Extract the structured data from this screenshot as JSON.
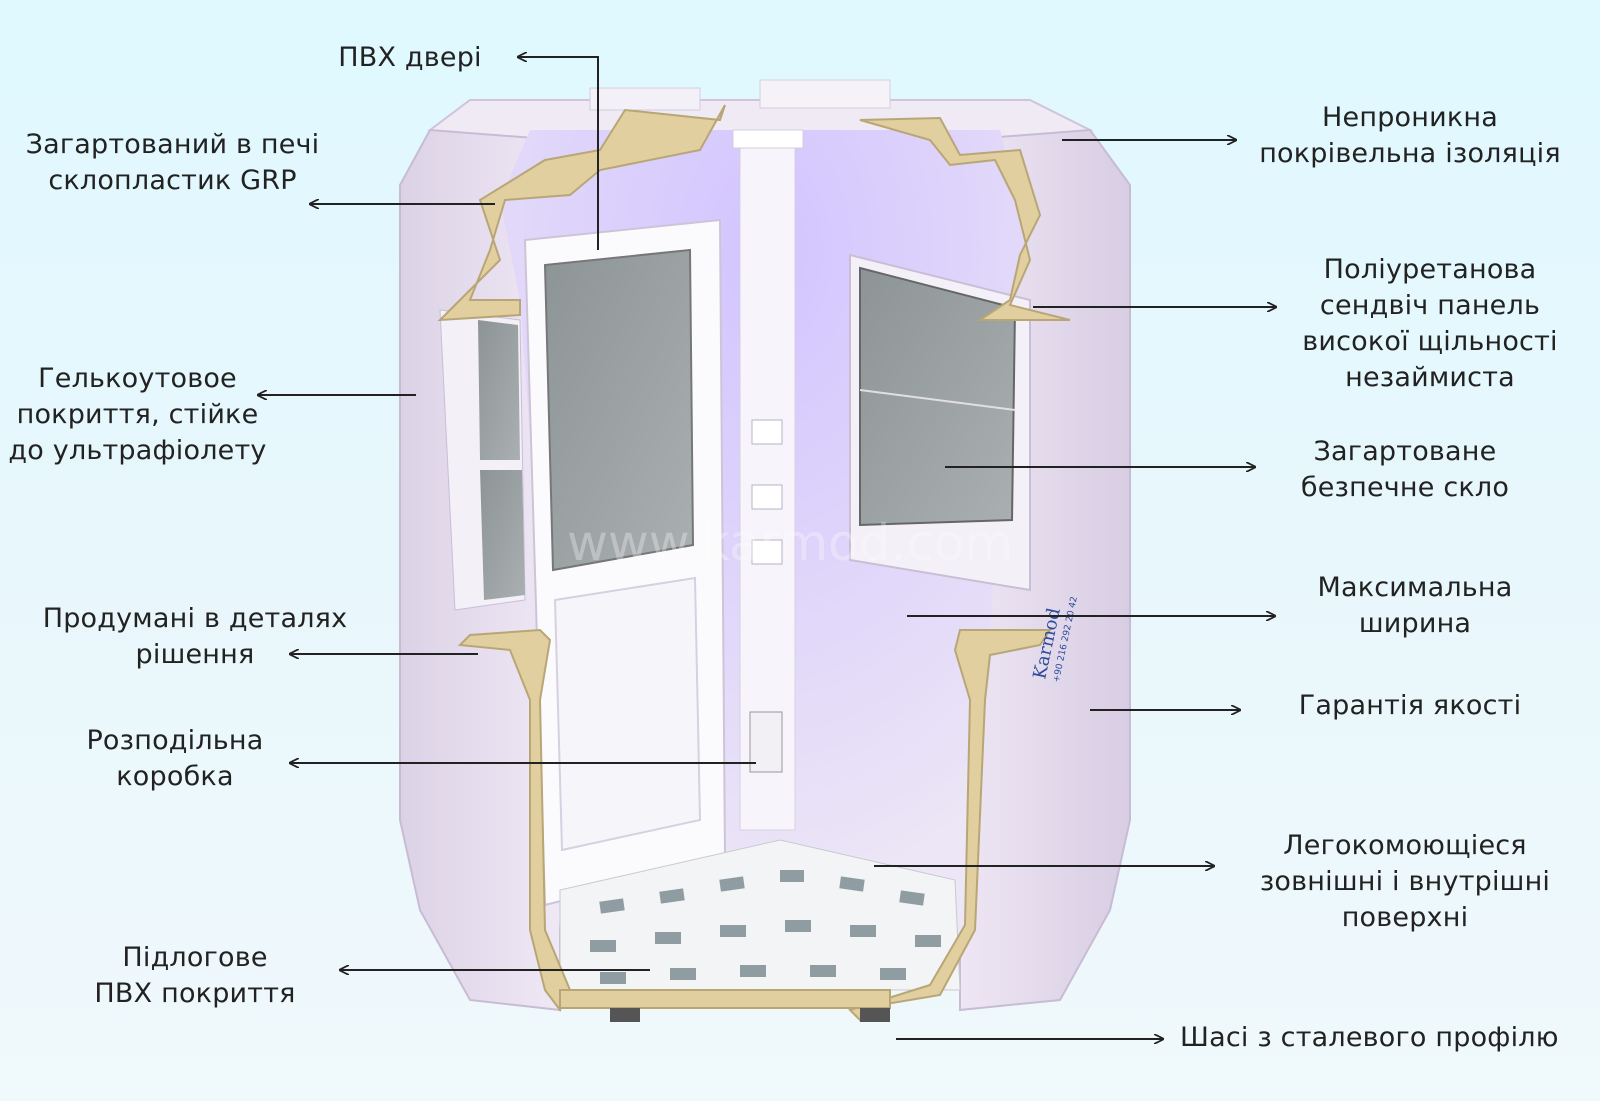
{
  "labels": {
    "pvc_door": "ПВХ двері",
    "grp": "Загартований в печі\nсклопластик GRP",
    "gelcoat": "Гелькоутовое\nпокриття, стійке\nдо ультрафіолету",
    "details": "Продумані в деталях\nрішення",
    "junction_box": "Розподільна\nкоробка",
    "floor": "Підлогове\nПВХ покриття",
    "roof_insulation": "Непроникна\nпокрівельна ізоляція",
    "sandwich_panel": "Поліуретанова\nсендвіч панель\nвисокої щільності\nнезаймиста",
    "tempered_glass": "Загартоване\nбезпечне скло",
    "max_width": "Максимальна\nширина",
    "quality": "Гарантія якості",
    "easy_clean": "Легокомоющіеся\nзовнішні і внутрішні\nповерхні",
    "chassis": "Шасі з сталевого профілю"
  },
  "brand": {
    "logo_text": "Karmod",
    "phone": "+90 216 292 20 42",
    "watermark": "www.karmod.com"
  },
  "colors": {
    "shell": "#e6dcf0",
    "section": "#e2cfa0",
    "glass": "#9aa0a2",
    "floor_tile": "#6f7f86"
  }
}
